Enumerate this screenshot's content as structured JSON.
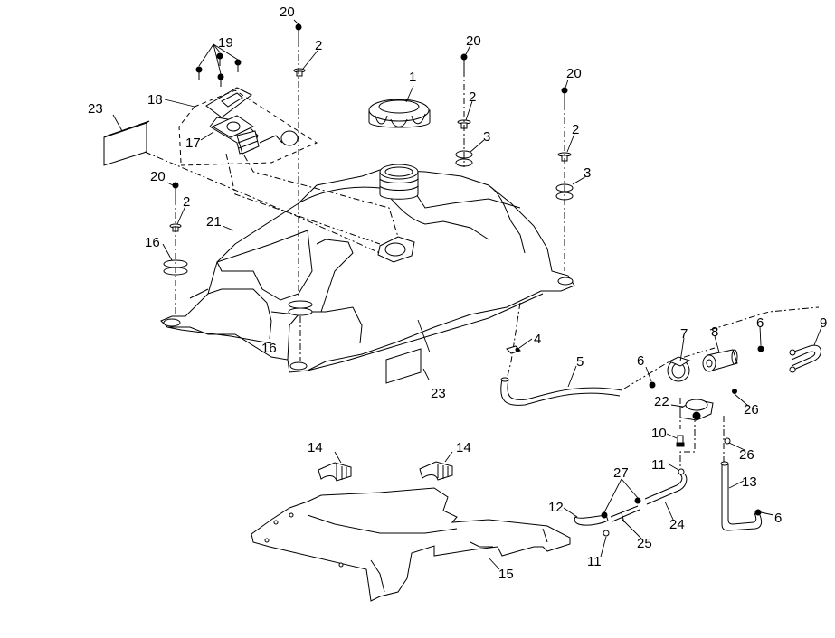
{
  "diagram": {
    "type": "exploded parts diagram",
    "subject": "fuel tank assembly",
    "callouts": [
      {
        "id": "c1",
        "label": "1",
        "part": "fuel-cap"
      },
      {
        "id": "c2a",
        "label": "2",
        "part": "collar"
      },
      {
        "id": "c2b",
        "label": "2",
        "part": "collar"
      },
      {
        "id": "c2c",
        "label": "2",
        "part": "collar"
      },
      {
        "id": "c2d",
        "label": "2",
        "part": "collar"
      },
      {
        "id": "c3a",
        "label": "3",
        "part": "grommet"
      },
      {
        "id": "c3b",
        "label": "3",
        "part": "grommet"
      },
      {
        "id": "c4",
        "label": "4",
        "part": "hose-clamp"
      },
      {
        "id": "c5",
        "label": "5",
        "part": "fuel-hose"
      },
      {
        "id": "c6a",
        "label": "6",
        "part": "hose-clamp"
      },
      {
        "id": "c6b",
        "label": "6",
        "part": "hose-clamp"
      },
      {
        "id": "c6c",
        "label": "6",
        "part": "hose-clamp"
      },
      {
        "id": "c7",
        "label": "7",
        "part": "filter-bracket"
      },
      {
        "id": "c8",
        "label": "8",
        "part": "fuel-filter"
      },
      {
        "id": "c9",
        "label": "9",
        "part": "fuel-hose"
      },
      {
        "id": "c10",
        "label": "10",
        "part": "bolt"
      },
      {
        "id": "c11a",
        "label": "11",
        "part": "hose-clamp"
      },
      {
        "id": "c11b",
        "label": "11",
        "part": "hose-clamp"
      },
      {
        "id": "c12",
        "label": "12",
        "part": "hose"
      },
      {
        "id": "c13",
        "label": "13",
        "part": "hose"
      },
      {
        "id": "c14a",
        "label": "14",
        "part": "rubber-pad"
      },
      {
        "id": "c14b",
        "label": "14",
        "part": "rubber-pad"
      },
      {
        "id": "c15",
        "label": "15",
        "part": "tank-tray"
      },
      {
        "id": "c16a",
        "label": "16",
        "part": "grommet"
      },
      {
        "id": "c16b",
        "label": "16",
        "part": "grommet"
      },
      {
        "id": "c17",
        "label": "17",
        "part": "gasket"
      },
      {
        "id": "c18",
        "label": "18",
        "part": "fuel-level-sensor"
      },
      {
        "id": "c19",
        "label": "19",
        "part": "screws"
      },
      {
        "id": "c20a",
        "label": "20",
        "part": "bolt"
      },
      {
        "id": "c20b",
        "label": "20",
        "part": "bolt"
      },
      {
        "id": "c20c",
        "label": "20",
        "part": "bolt"
      },
      {
        "id": "c20d",
        "label": "20",
        "part": "bolt"
      },
      {
        "id": "c21",
        "label": "21",
        "part": "fuel-tank"
      },
      {
        "id": "c22",
        "label": "22",
        "part": "fuel-pump"
      },
      {
        "id": "c23a",
        "label": "23",
        "part": "label-pad"
      },
      {
        "id": "c23b",
        "label": "23",
        "part": "label-pad"
      },
      {
        "id": "c24",
        "label": "24",
        "part": "hose"
      },
      {
        "id": "c25",
        "label": "25",
        "part": "tee-fitting"
      },
      {
        "id": "c26a",
        "label": "26",
        "part": "hose-clamp"
      },
      {
        "id": "c26b",
        "label": "26",
        "part": "hose-clamp"
      },
      {
        "id": "c27",
        "label": "27",
        "part": "hose-clamps"
      }
    ]
  }
}
